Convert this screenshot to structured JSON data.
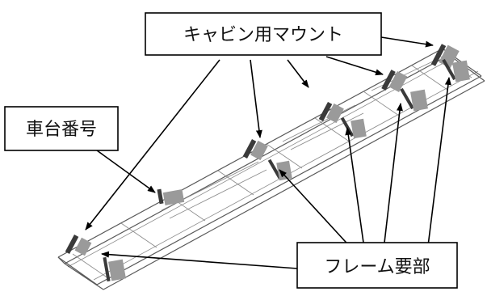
{
  "labels": {
    "cabin_mount": "キャビン用マウント",
    "chassis_number": "車台番号",
    "frame_key_part": "フレーム要部"
  },
  "colors": {
    "line": "#000000",
    "frame": "#5a5a5a",
    "background": "#ffffff"
  }
}
